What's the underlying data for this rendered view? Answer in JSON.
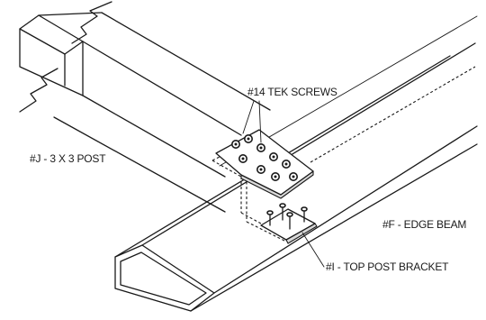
{
  "diagram": {
    "labels": {
      "tek_screws": "#14 TEK SCREWS",
      "post": "#J - 3 X 3 POST",
      "edge_beam": "#F - EDGE BEAM",
      "bracket": "#I - TOP POST BRACKET"
    }
  }
}
